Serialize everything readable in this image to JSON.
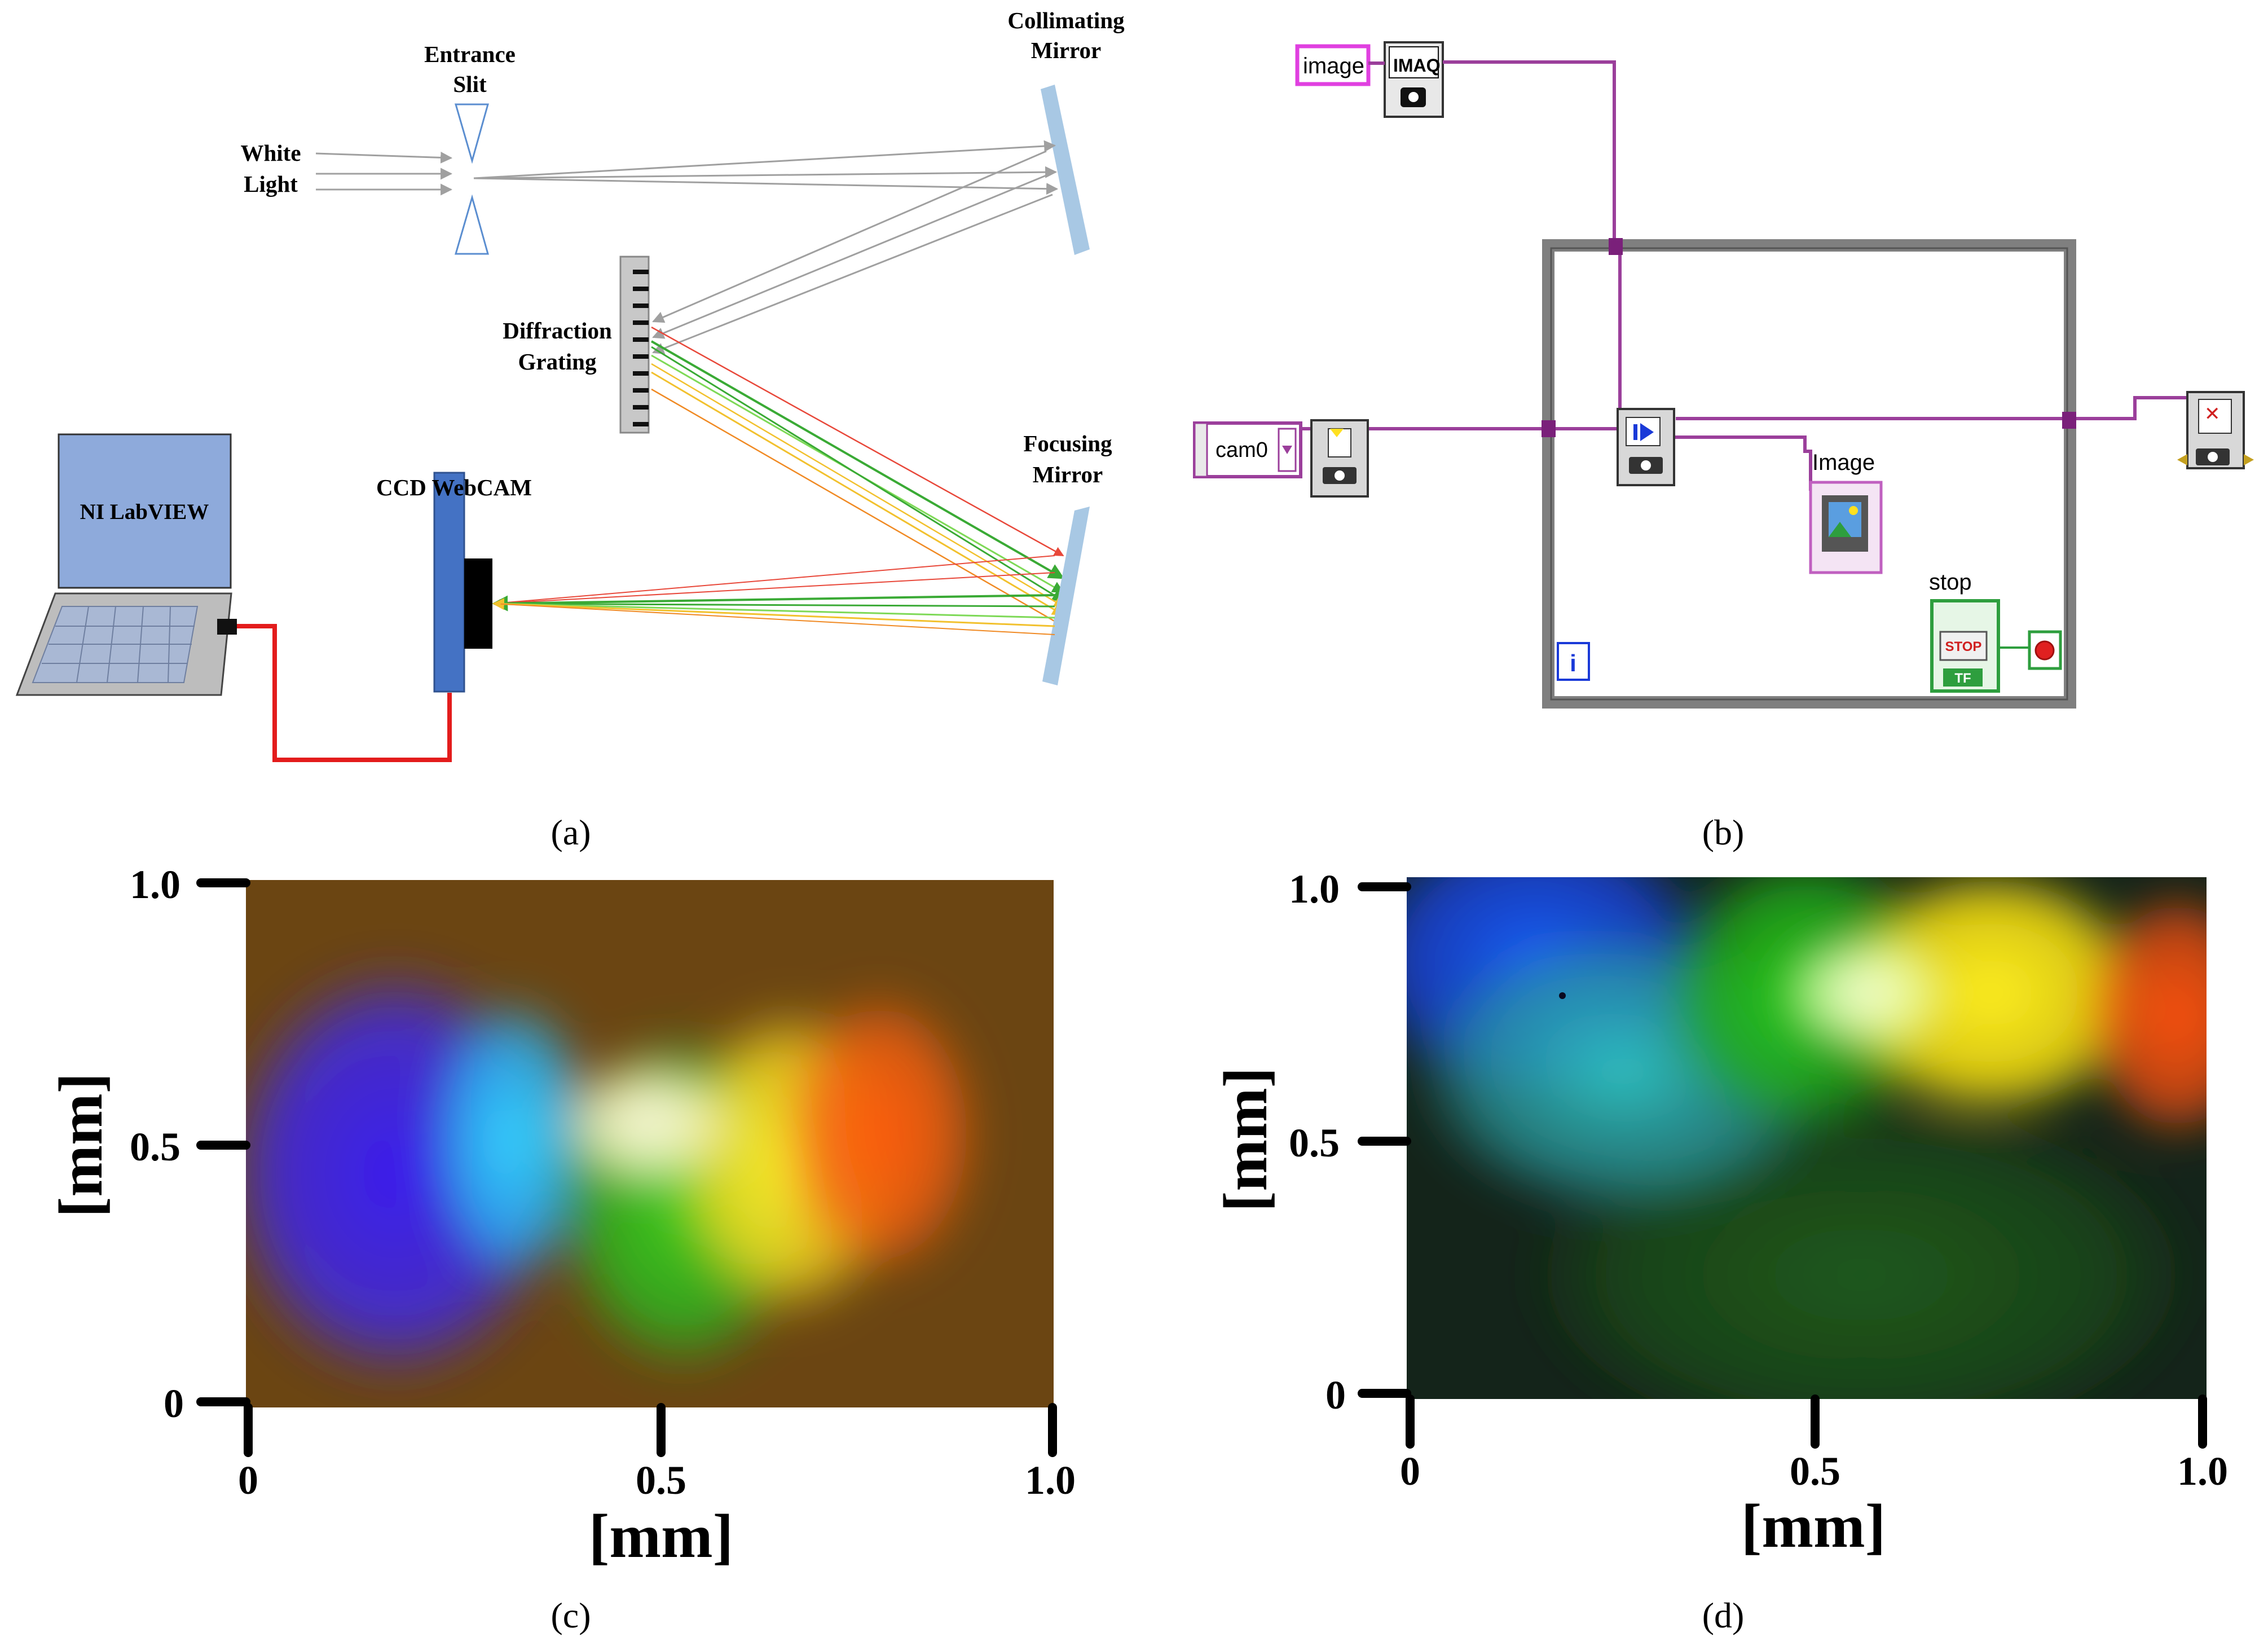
{
  "panel_a": {
    "caption": "(a)",
    "labels": {
      "entrance_slit_1": "Entrance",
      "entrance_slit_2": "Slit",
      "collimating_1": "Collimating",
      "collimating_2": "Mirror",
      "white_light_1": "White",
      "white_light_2": "Light",
      "diffraction_1": "Diffraction",
      "diffraction_2": "Grating",
      "focusing_1": "Focusing",
      "focusing_2": "Mirror",
      "ccd": "CCD WebCAM",
      "laptop_screen": "NI LabVIEW"
    },
    "colors": {
      "mirror": "#a8c8e4",
      "camera": "#4472c4",
      "cable": "#e31c1c",
      "laptop_screen": "#8eaadb",
      "ray_gray": "#a0a0a0",
      "ray_red": "#e8483a",
      "ray_green": "#3aaa35",
      "ray_lightgreen": "#7ed957",
      "ray_yellow": "#f2c12e",
      "ray_orange": "#f08a24"
    }
  },
  "panel_b": {
    "caption": "(b)",
    "labels": {
      "image_constant": "image",
      "imaq_block": "IMAQ",
      "camera_control": "cam0",
      "image_indicator": "Image",
      "stop_label": "stop",
      "stop_button_text": "STOP",
      "stop_tf": "TF",
      "loop_iteration": "i"
    },
    "colors": {
      "wire": "#9b3f9b",
      "loop_frame": "#7f7f7f",
      "stop_green": "#2e9e3e",
      "image_pink": "#e040e0"
    }
  },
  "panel_c": {
    "caption": "(c)",
    "x_ticks": [
      "0",
      "0.5",
      "1.0"
    ],
    "y_ticks": [
      "0",
      "0.5",
      "1.0"
    ],
    "xlabel": "[mm]",
    "ylabel": "[mm]"
  },
  "panel_d": {
    "caption": "(d)",
    "x_ticks": [
      "0",
      "0.5",
      "1.0"
    ],
    "y_ticks": [
      "0",
      "0.5",
      "1.0"
    ],
    "xlabel": "[mm]",
    "ylabel": "[mm]"
  }
}
